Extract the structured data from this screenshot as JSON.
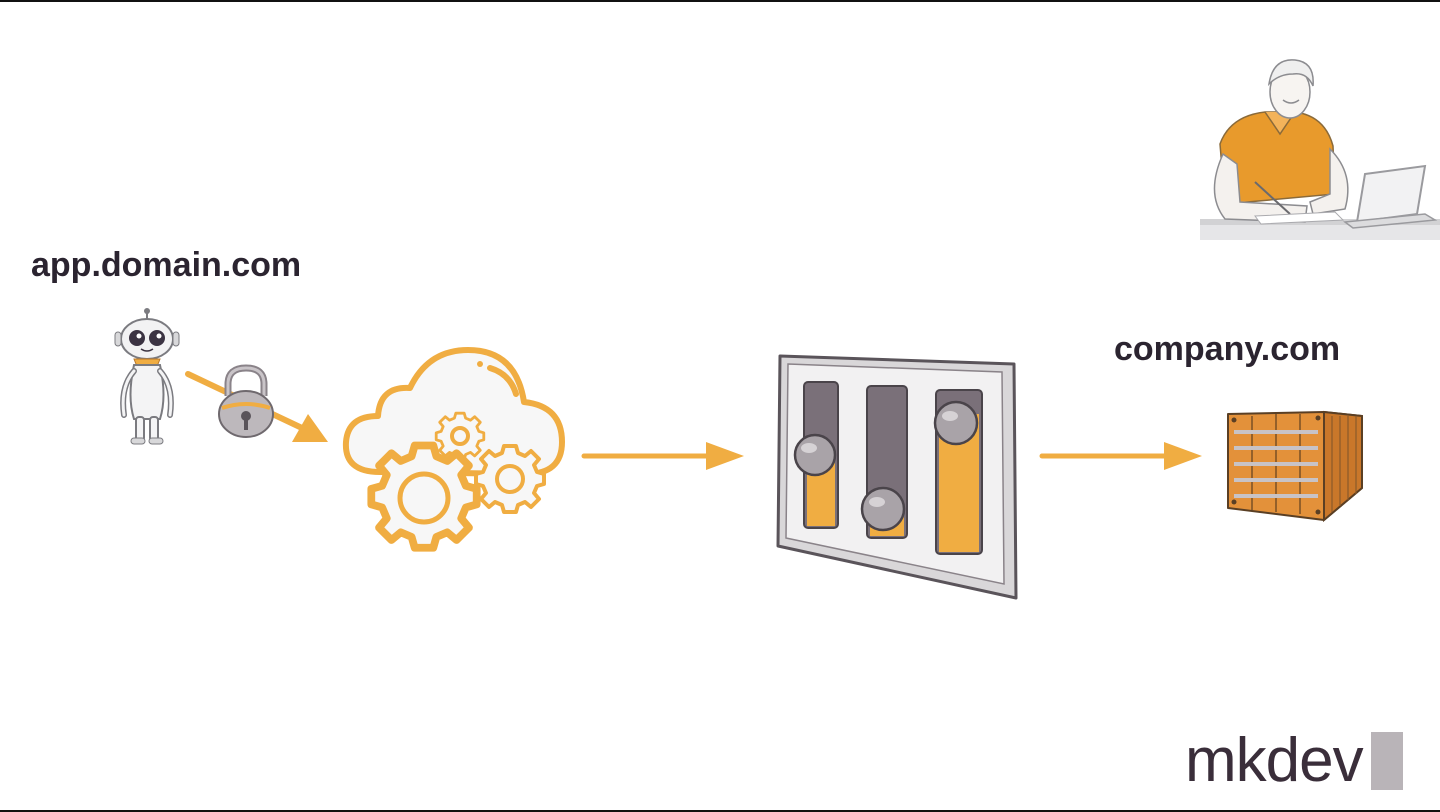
{
  "diagram": {
    "source_label": "app.domain.com",
    "target_label": "company.com",
    "logo_text": "mkdev"
  },
  "colors": {
    "accent": "#f0ad42",
    "accent_dark": "#e49a2f",
    "text": "#2b2430",
    "gray": "#8a8389",
    "light_gray": "#e9e9ea",
    "logo_bar": "#b9b4b8"
  },
  "icons": [
    "robot-icon",
    "padlock-icon",
    "cloud-gears-icon",
    "control-panel-icon",
    "shipping-container-icon",
    "person-writing-illustration"
  ]
}
